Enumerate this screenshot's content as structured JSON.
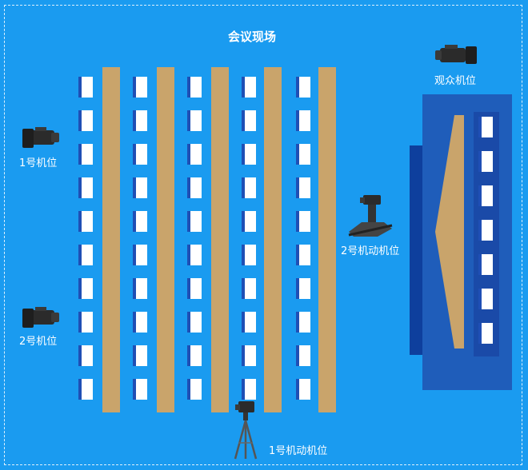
{
  "title": "会议现场",
  "labels": {
    "cam_audience": "观众机位",
    "cam_1": "1号机位",
    "cam_2": "2号机位",
    "cam_mobile_2": "2号机动机位",
    "cam_mobile_1": "1号机动机位"
  },
  "colors": {
    "background": "#1a9bf0",
    "aisle": "#c9a46b",
    "seat": "#ffffff",
    "seat_edge": "#1f4fb5",
    "stage": "#1f5dba",
    "stage_dark": "#0e3f9d"
  },
  "seating": {
    "seat_columns": 5,
    "seat_rows": 10,
    "aisles": 5,
    "stage_seats": 7
  },
  "icons": {
    "cameras": [
      "video-camera-icon",
      "camera-dolly-icon",
      "camera-tripod-icon"
    ]
  }
}
